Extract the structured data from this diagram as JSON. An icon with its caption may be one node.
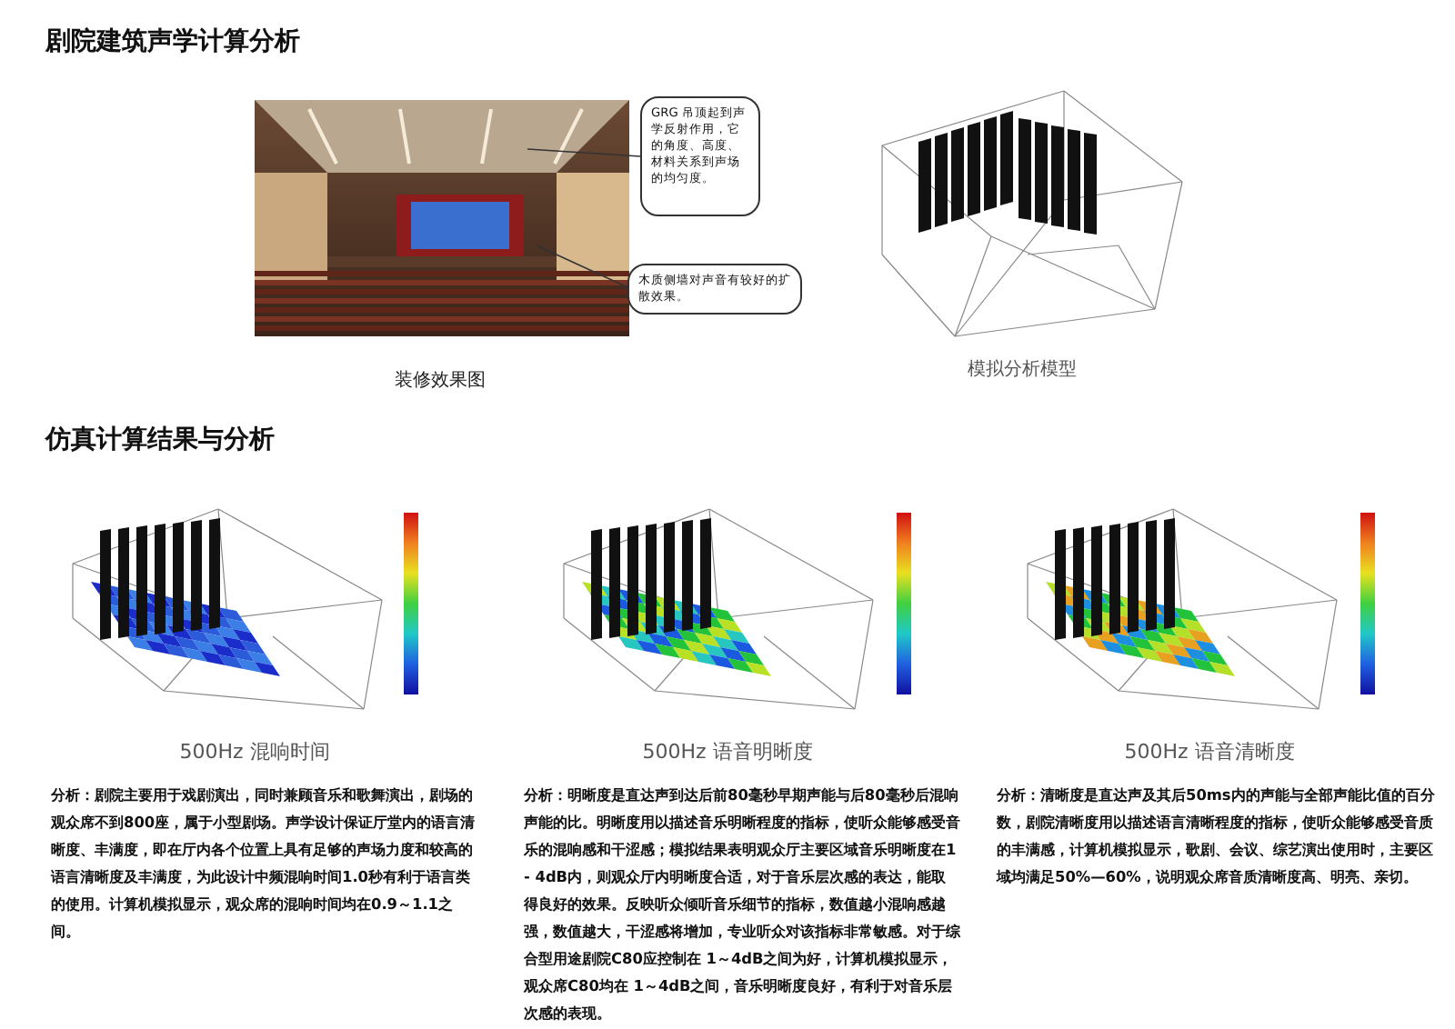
{
  "diagram": {
    "title": "剧院建筑声学计算分析",
    "nodes": [
      {
        "text": [],
        "shape": "picture"
      },
      {
        "text": [
          "GRG 吊顶起到声学反射作用，它的角度、高度、材料关系到声场的均匀度。"
        ]
      },
      {
        "text": [
          "木质侧墙对声音有较好的扩散效果。"
        ]
      }
    ],
    "edges": [
      {
        "from": 1,
        "to": 0,
        "arrow": "none"
      },
      {
        "from": 2,
        "to": 0,
        "arrow": "none"
      }
    ],
    "labels": [
      "装修效果图",
      "模拟分析模型",
      "仿真计算结果与分析",
      "500Hz 混响时间",
      "500Hz 语音明晰度",
      "500Hz 语音清晰度",
      "分析：剧院主要用于戏剧演出，同时兼顾音乐和歌舞演出，剧场的观众席不到800座，属于小型剧场。声学设计保证厅堂内的语言清晰度、丰满度，即在厅内各个位置上具有足够的声场力度和较高的语言清晰度及丰满度，为此设计中频混响时间1.0秒有利于语言类的使用。计算机模拟显示，观众席的混响时间均在0.9～1.1之间。",
      "分析：明晰度是直达声到达后前80毫秒早期声能与后80毫秒后混响声能的比。明晰度用以描述音乐明晰程度的指标，使听众能够感受音乐的混响感和干涩感；模拟结果表明观众厅主要区域音乐明晰度在1 - 4dB内，则观众厅内明晰度合适，对于音乐层次感的表达，能取得良好的效果。反映听众倾听音乐细节的指标，数值越小混响感越强，数值越大，干涩感将增加，专业听众对该指标非常敏感。对于综合型用途剧院C80应控制在 1～4dB之间为好，计算机模拟显示，观众席C80均在 1～4dB之间，音乐明晰度良好，有利于对音乐层次感的表现。",
      "分析：清晰度是直达声及其后50ms内的声能与全部声能比值的百分数，剧院清晰度用以描述语言清晰程度的指标，使听众能够感受音质的丰满感，计算机模拟显示，歌剧、会议、综艺演出使用时，主要区域均满足50%—60%，说明观众席音质清晰度高、明亮、亲切。"
    ]
  }
}
